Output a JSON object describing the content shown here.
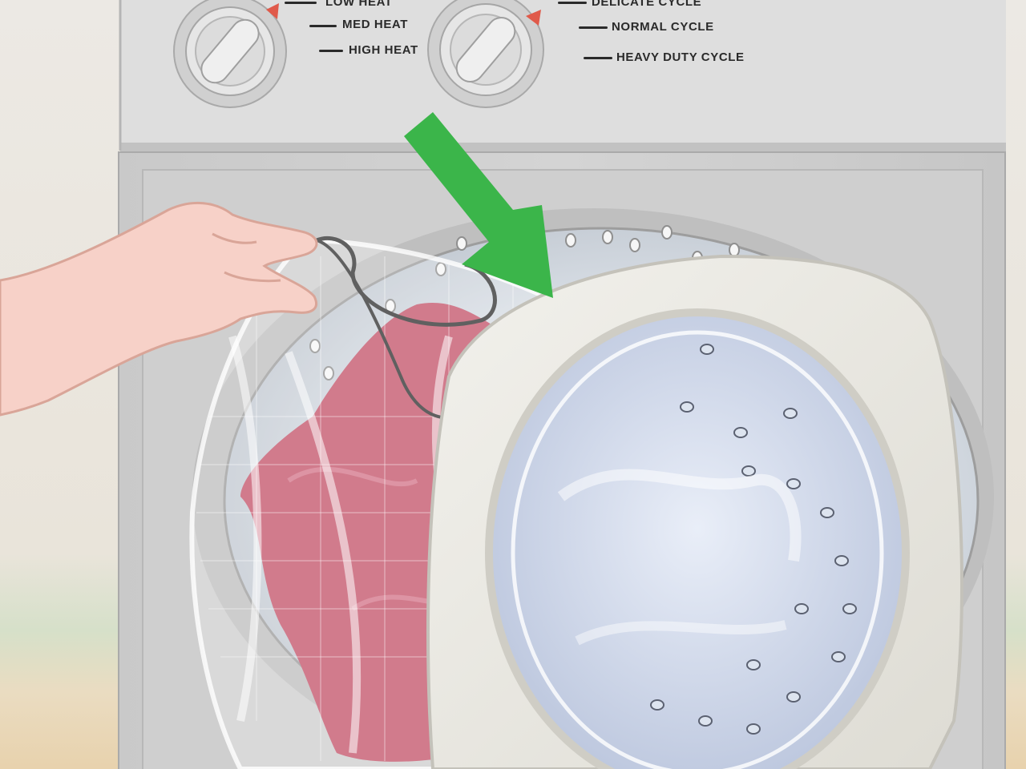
{
  "heat_dial": {
    "options": [
      "LOW HEAT",
      "MED HEAT",
      "HIGH HEAT"
    ]
  },
  "cycle_dial": {
    "options": [
      "DELICATE CYCLE",
      "NORMAL CYCLE",
      "HEAVY DUTY CYCLE"
    ]
  },
  "colors": {
    "arrow": "#3bb54a",
    "garment": "#c4566c",
    "panel": "#dcdcdc",
    "dial_marker": "#e05a4a"
  },
  "icons": [
    "downward-arrow-icon",
    "dial-marker-icon"
  ]
}
